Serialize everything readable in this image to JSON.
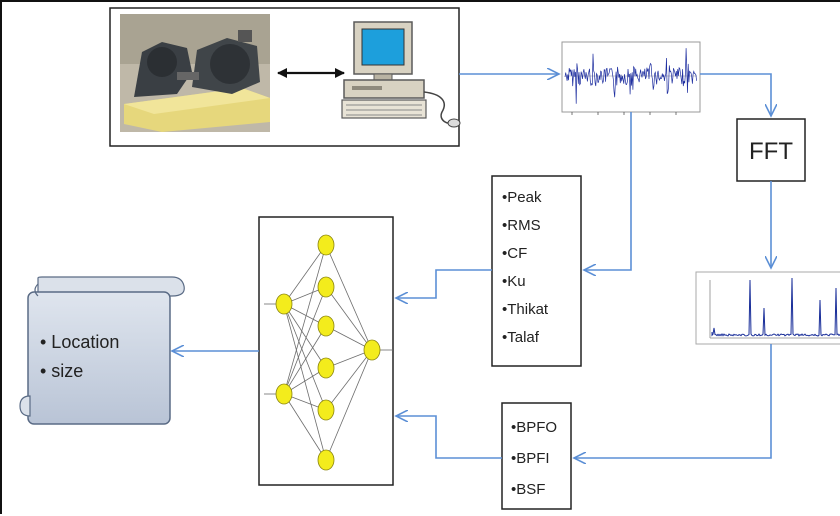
{
  "diagram": {
    "fft_label": "FFT",
    "time_features": [
      "•Peak",
      "•RMS",
      "•CF",
      "•Ku",
      "•Thikat",
      "•Talaf"
    ],
    "freq_features": [
      "•BPFO",
      "•BPFI",
      "•BSF"
    ],
    "outputs": [
      "•  Location",
      "•  size"
    ],
    "colors": {
      "arrow": "#5b8fd6",
      "neuron": "#f3ec1c",
      "signal": "#1f2fa0",
      "spectrum": "#1a2f9a",
      "scroll": "#c9d2e0"
    },
    "icons": {
      "test_rig": "bearing-test-rig-photo-icon",
      "computer": "desktop-computer-icon",
      "exchange": "double-arrow-icon"
    }
  }
}
